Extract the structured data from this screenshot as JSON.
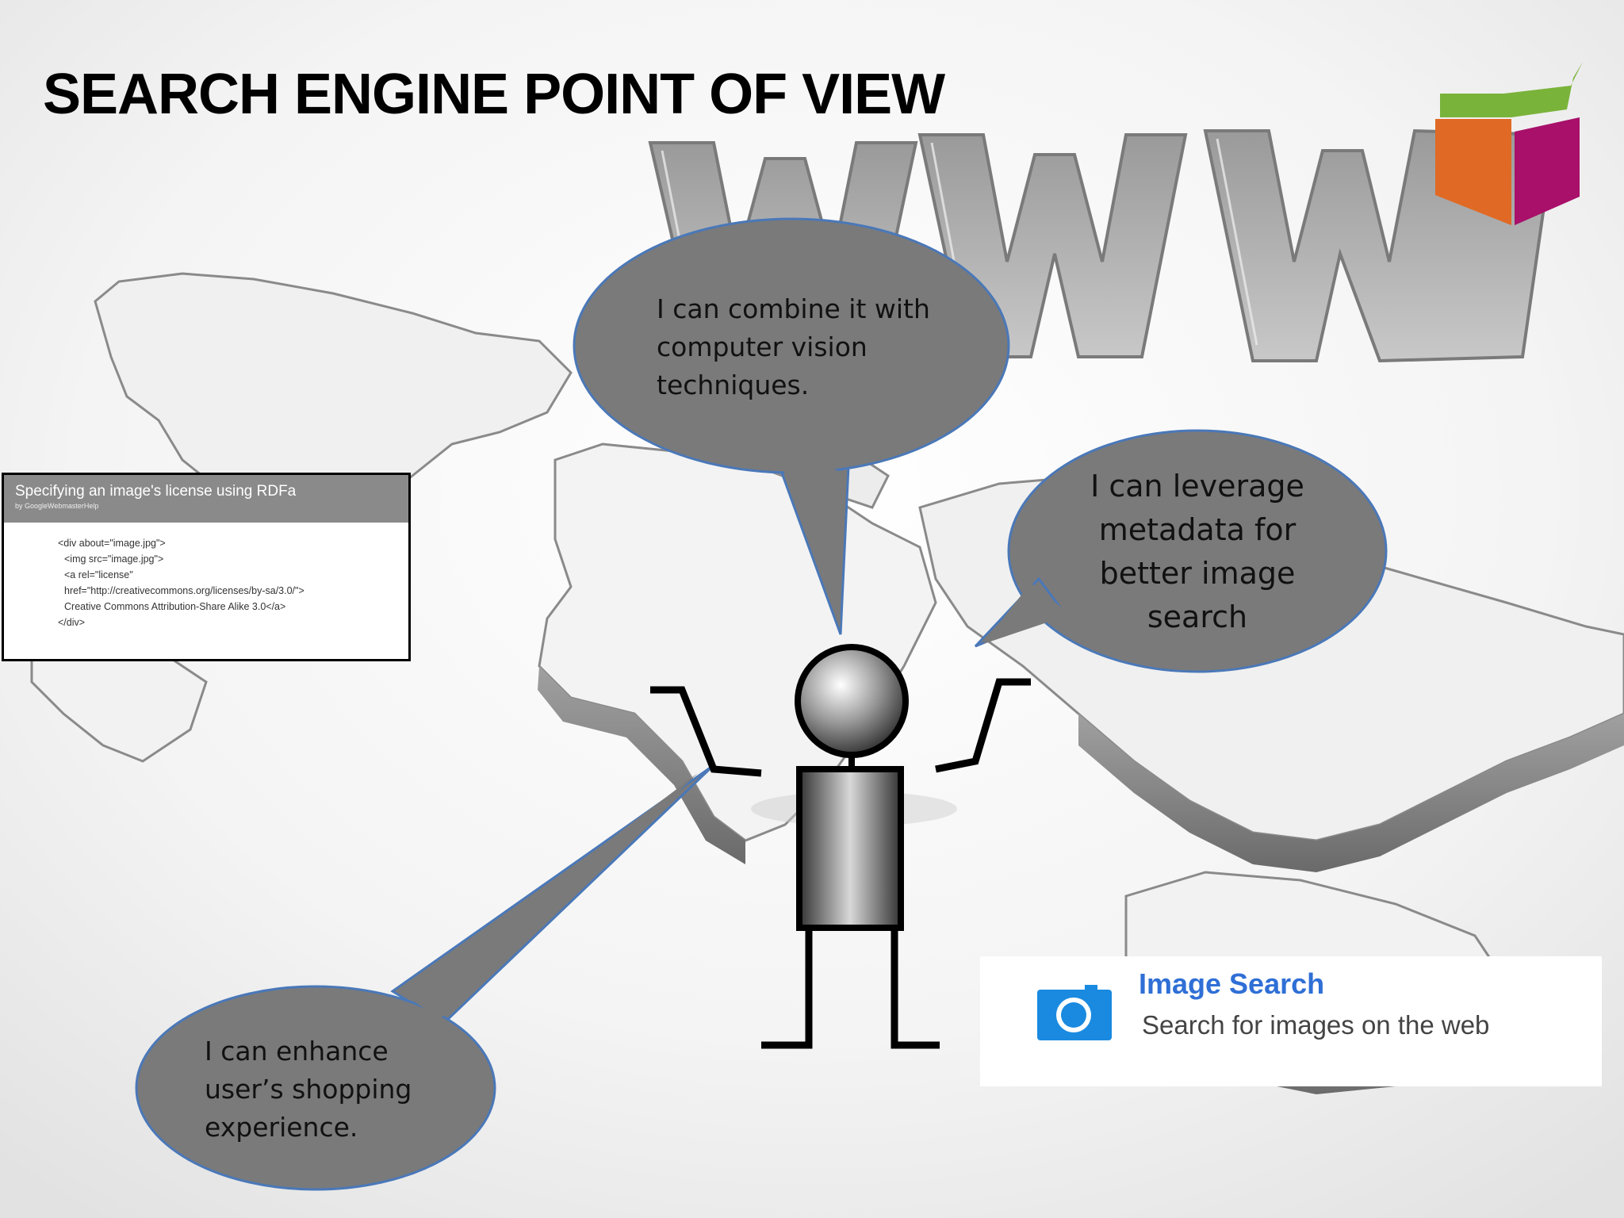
{
  "slide": {
    "title": "SEARCH ENGINE POINT OF VIEW"
  },
  "bubbles": {
    "vision": [
      "I can combine it with",
      "computer vision",
      "techniques."
    ],
    "metadata": [
      "I can leverage",
      "metadata for",
      "better image",
      "search"
    ],
    "shopping": [
      "I can enhance",
      "user’s shopping",
      "experience."
    ]
  },
  "code_snippet": {
    "title": "Specifying an image's license using RDFa",
    "byline": "by GoogleWebmasterHelp",
    "lines": [
      "<div about=\"image.jpg\">",
      "  <img src=\"image.jpg\">",
      "  <a rel=\"license\"",
      "  href=\"http://creativecommons.org/licenses/by-sa/3.0/\">",
      "  Creative Commons Attribution-Share Alike 3.0</a>",
      "</div>"
    ]
  },
  "image_search": {
    "title": "Image Search",
    "subtitle": "Search for images on the web",
    "icon": "camera-icon",
    "accent_color": "#2f6fd6"
  },
  "background": {
    "text": "WWW",
    "scene": "world-map"
  },
  "colors": {
    "bubble_fill": "#7a7a7a",
    "bubble_stroke": "#4a78b8",
    "logo_green": "#7ab33a",
    "logo_orange": "#e06a25",
    "logo_magenta": "#a8106a"
  }
}
